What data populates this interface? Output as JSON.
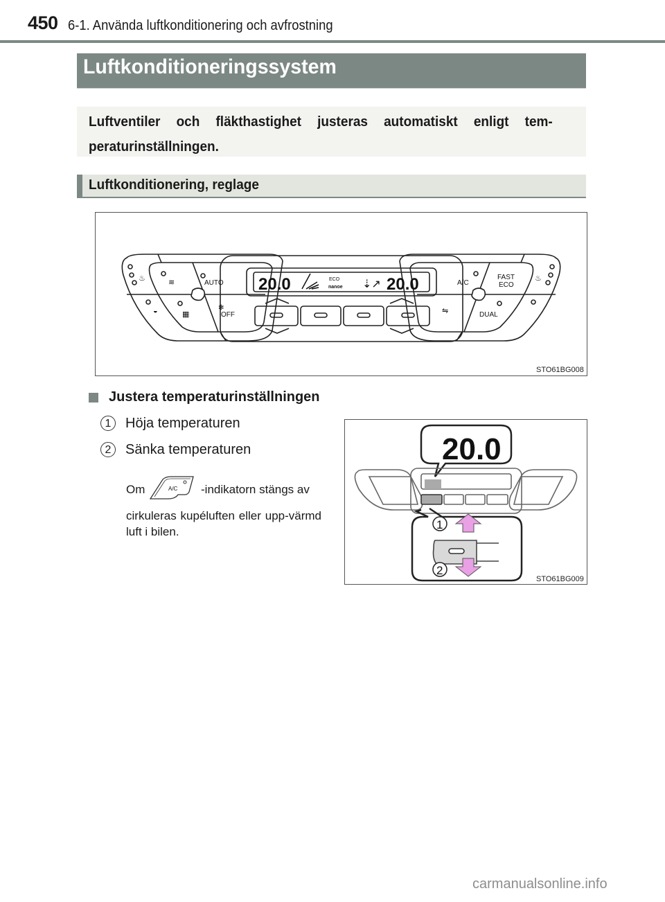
{
  "header": {
    "page_number": "450",
    "section_title": "6-1. Använda luftkonditionering och avfrostning"
  },
  "main": {
    "title": "Luftkonditioneringssystem",
    "intro": "Luftventiler och fläkthastighet justeras automatiskt enligt tem-peraturinställningen.",
    "subsection_title": "Luftkonditionering, reglage"
  },
  "figure1": {
    "code": "STO61BG008",
    "display": {
      "left_temp": "20.0",
      "right_temp": "20.0",
      "eco_label": "ECO",
      "nanoe_label": "nanoe"
    },
    "buttons": {
      "auto": "AUTO",
      "off": "OFF",
      "ac": "A/C",
      "fast_eco_line1": "FAST",
      "fast_eco_line2": "ECO",
      "dual": "DUAL"
    }
  },
  "procedure": {
    "heading": "Justera temperaturinställningen",
    "steps": [
      {
        "number": "1",
        "label": "Höja temperaturen"
      },
      {
        "number": "2",
        "label": "Sänka temperaturen"
      }
    ],
    "note_prefix": "Om",
    "note_icon_label": "A/C",
    "note_suffix": "-indikatorn stängs av",
    "note_body": "cirkuleras kupéluften eller upp-värmd luft i bilen."
  },
  "figure2": {
    "code": "STO61BG009",
    "display_temp": "20.0",
    "callouts": [
      "1",
      "2"
    ],
    "arrow_color": "#e9a0e4"
  },
  "footer": {
    "watermark": "carmanualsonline.info"
  },
  "colors": {
    "accent_gray": "#7c8884",
    "intro_bg": "#f3f3f0",
    "sub_bg": "#e3e6df"
  }
}
